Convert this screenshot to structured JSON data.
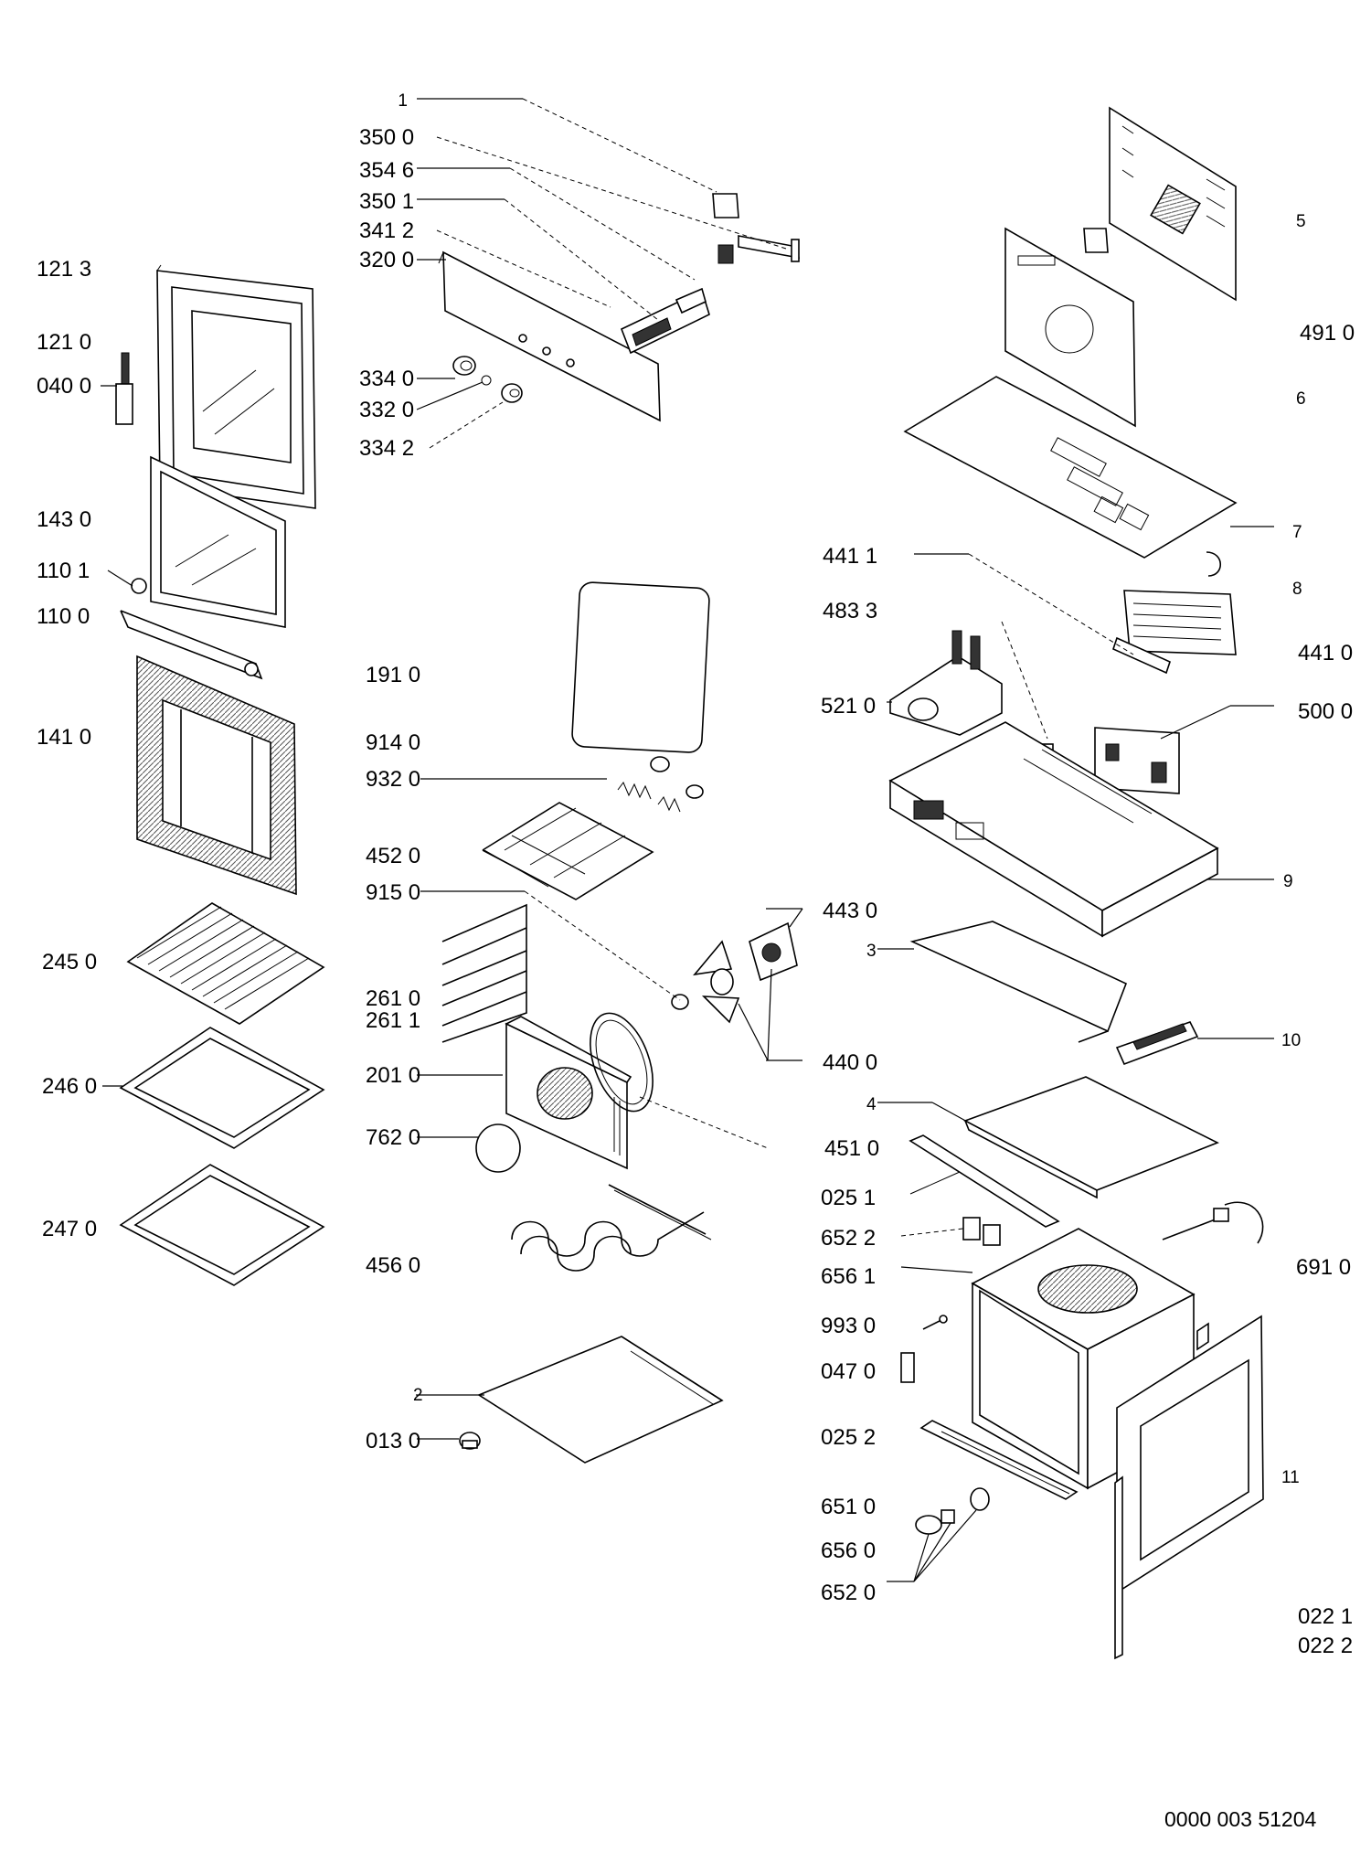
{
  "labels": {
    "l1": "1",
    "l350_0": "350 0",
    "l354_6": "354 6",
    "l350_1": "350 1",
    "l341_2": "341 2",
    "l320_0": "320 0",
    "l334_0": "334 0",
    "l332_0": "332 0",
    "l334_2": "334 2",
    "l121_3": "121 3",
    "l121_0": "121 0",
    "l040_0": "040 0",
    "l143_0": "143 0",
    "l110_1": "110 1",
    "l110_0": "110 0",
    "l141_0": "141 0",
    "l245_0": "245 0",
    "l246_0": "246 0",
    "l247_0": "247 0",
    "l191_0": "191 0",
    "l914_0": "914 0",
    "l932_0": "932 0",
    "l452_0": "452 0",
    "l915_0": "915 0",
    "l261_0": "261 0",
    "l261_1": "261 1",
    "l201_0": "201 0",
    "l762_0": "762 0",
    "l456_0": "456 0",
    "l2": "2",
    "l013_0": "013 0",
    "l443_0": "443 0",
    "l440_0": "440 0",
    "l451_0": "451 0",
    "l025_1": "025 1",
    "l652_2": "652 2",
    "l656_1": "656 1",
    "l993_0": "993 0",
    "l047_0": "047 0",
    "l025_2": "025 2",
    "l651_0": "651 0",
    "l656_0": "656 0",
    "l652_0": "652 0",
    "l5": "5",
    "l491_0": "491 0",
    "l6": "6",
    "l7": "7",
    "l441_1": "441 1",
    "l8": "8",
    "l483_3": "483 3",
    "l441_0": "441 0",
    "l521_0": "521 0",
    "l500_0": "500 0",
    "l9": "9",
    "l3": "3",
    "l10": "10",
    "l4": "4",
    "l691_0": "691 0",
    "l11": "11",
    "l022_1": "022 1",
    "l022_2": "022 2"
  },
  "document_number": "0000 003 51204"
}
